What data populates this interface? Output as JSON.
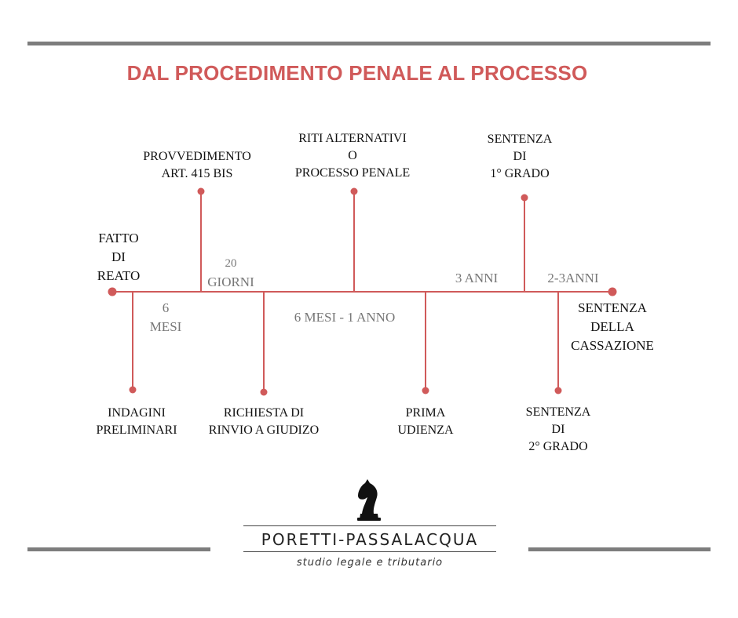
{
  "title": "DAL PROCEDIMENTO PENALE AL PROCESSO",
  "events": {
    "fatto": [
      "FATTO",
      "DI",
      "REATO"
    ],
    "provvedimento": [
      "PROVVEDIMENTO",
      "ART. 415 BIS"
    ],
    "riti": [
      "RITI ALTERNATIVI",
      "O",
      "PROCESSO PENALE"
    ],
    "sentenza1": [
      "SENTENZA",
      "DI",
      "1° GRADO"
    ],
    "cassazione": [
      "SENTENZA",
      "DELLA",
      "CASSAZIONE"
    ],
    "indagini": [
      "INDAGINI",
      "PRELIMINARI"
    ],
    "richiesta": [
      "RICHIESTA DI",
      "RINVIO A GIUDIZO"
    ],
    "prima": [
      "PRIMA",
      "UDIENZA"
    ],
    "sentenza2": [
      "SENTENZA",
      "DI",
      "2° GRADO"
    ]
  },
  "durations": {
    "sei_mesi": [
      "6",
      "MESI"
    ],
    "venti_giorni": [
      "20",
      "GIORNI"
    ],
    "mesi_anno": "6 MESI - 1 ANNO",
    "tre_anni": "3 ANNI",
    "due_tre_anni": "2-3ANNI"
  },
  "logo": {
    "icon": "chess-knight-icon",
    "name": "PORETTI-PASSALACQUA",
    "tagline": "studio legale e tributario"
  },
  "colors": {
    "accent": "#d05a5a",
    "bars": "#7d7d7d",
    "duration_text": "#777777"
  }
}
